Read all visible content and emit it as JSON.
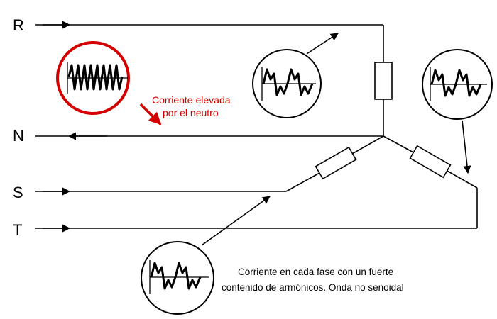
{
  "labels": {
    "phase_r": "R",
    "phase_n": "N",
    "phase_s": "S",
    "phase_t": "T"
  },
  "notes": {
    "neutral_line1": "Corriente elevada",
    "neutral_line2": "por el neutro",
    "phase_line1": "Corriente en cada fase con un fuerte",
    "phase_line2": "contenido de armónicos. Onda no senoidal"
  },
  "colors": {
    "accent": "#d40000",
    "wire": "#000000",
    "background": "#ffffff"
  },
  "icons": {
    "arrow": "arrowhead-icon",
    "scope": "oscilloscope-icon"
  }
}
